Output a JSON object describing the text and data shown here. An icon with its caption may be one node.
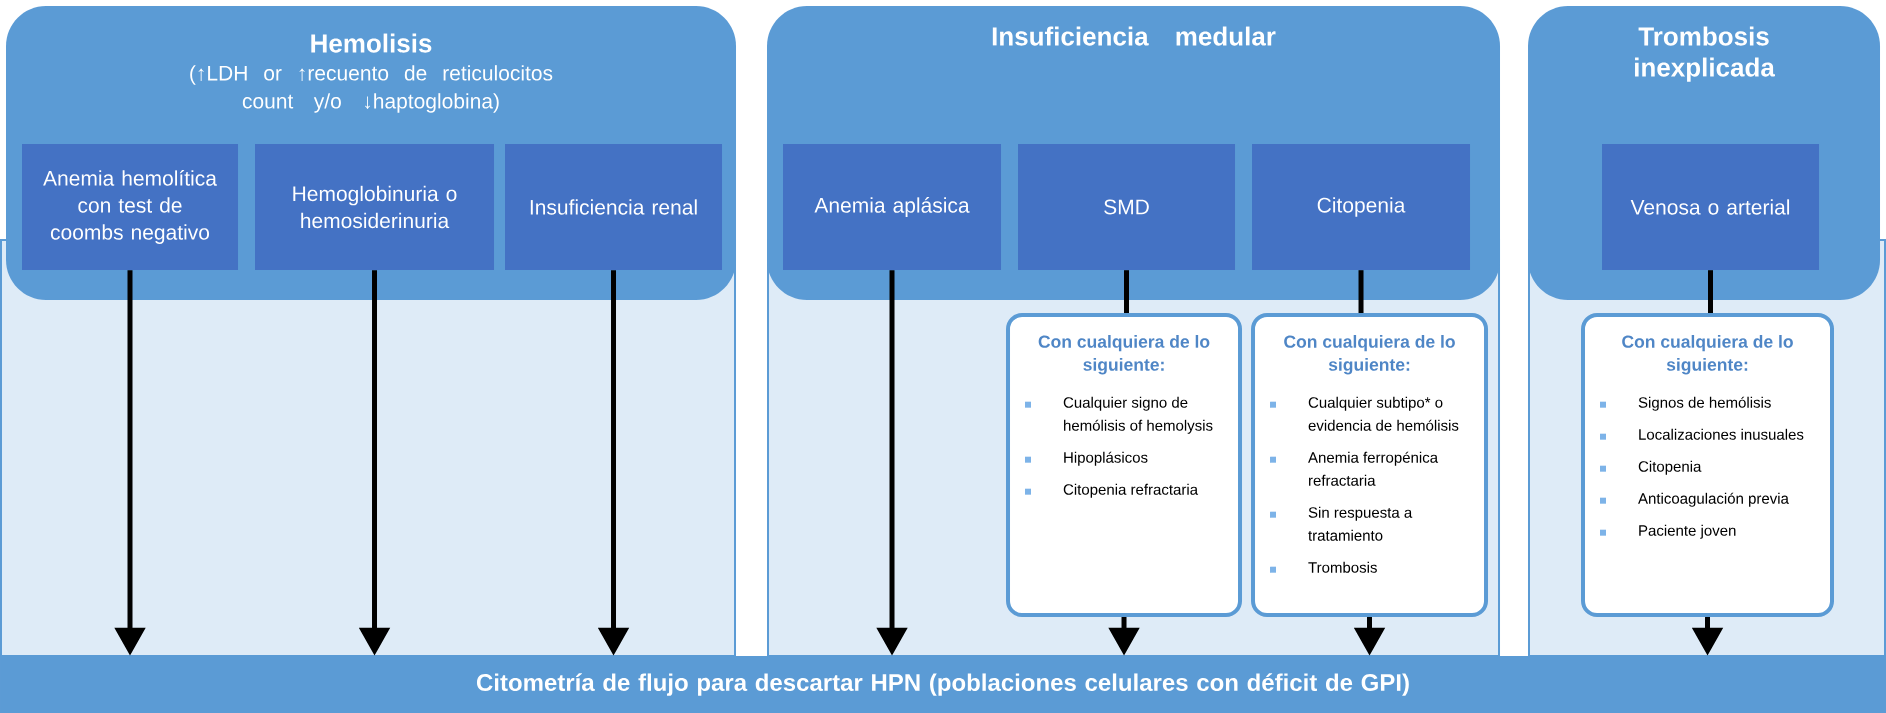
{
  "diagram": {
    "nodes": [
      {
        "text": [
          "Hemolisis",
          "(↑LDH or ↑recuento de reticulocitos count y/o ↓haptoglobina)"
        ]
      },
      {
        "text": [
          "Anemia hemolítica con test de coombs negativo"
        ],
        "in": 0
      },
      {
        "text": [
          "Hemoglobinuria o hemosiderinuria"
        ],
        "in": 0
      },
      {
        "text": [
          "Insuficiencia renal"
        ],
        "in": 0
      },
      {
        "text": [
          "Insuficiencia medular"
        ]
      },
      {
        "text": [
          "Anemia aplásica"
        ],
        "in": 4
      },
      {
        "text": [
          "SMD"
        ],
        "in": 4
      },
      {
        "text": [
          "Citopenia"
        ],
        "in": 4
      },
      {
        "text": [
          "Trombosis inexplicada"
        ]
      },
      {
        "text": [
          "Venosa o arterial"
        ],
        "in": 8
      },
      {
        "text": [
          "Con cualquiera de lo siguiente:",
          "Cualquier signo de hemólisis of hemolysis",
          "Hipoplásicos",
          "Citopenia refractaria"
        ]
      },
      {
        "text": [
          "Con cualquiera de lo siguiente:",
          "Cualquier subtipo* o evidencia de hemólisis",
          "Anemia ferropénica refractaria",
          "Sin respuesta a tratamiento",
          "Trombosis"
        ]
      },
      {
        "text": [
          "Con cualquiera de lo siguiente:",
          "Signos de hemólisis",
          "Localizaciones inusuales",
          "Citopenia",
          "Anticoagulación previa",
          "Paciente joven"
        ]
      },
      {
        "text": [
          "Citometría de flujo para descartar HPN (poblaciones celulares con déficit de GPI)"
        ]
      }
    ],
    "edges": [
      {
        "from": 1,
        "to": 13,
        "arrow": "to"
      },
      {
        "from": 2,
        "to": 13,
        "arrow": "to"
      },
      {
        "from": 3,
        "to": 13,
        "arrow": "to"
      },
      {
        "from": 5,
        "to": 13,
        "arrow": "to"
      },
      {
        "from": 6,
        "to": 10,
        "arrow": "none"
      },
      {
        "from": 10,
        "to": 13,
        "arrow": "to"
      },
      {
        "from": 7,
        "to": 11,
        "arrow": "none"
      },
      {
        "from": 11,
        "to": 13,
        "arrow": "to"
      },
      {
        "from": 9,
        "to": 12,
        "arrow": "none"
      },
      {
        "from": 12,
        "to": 13,
        "arrow": "to"
      }
    ]
  }
}
